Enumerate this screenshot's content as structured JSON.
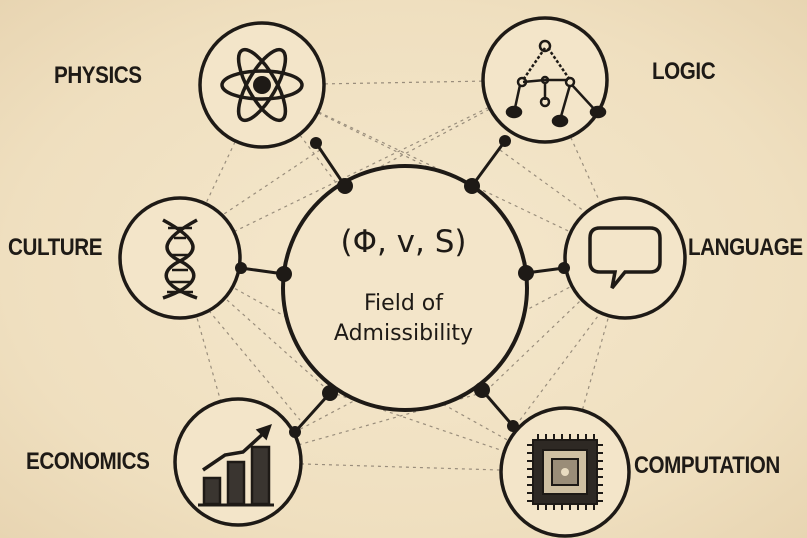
{
  "center": {
    "formula": "(Φ, v, S)",
    "line1": "Field of",
    "line2": "Admissibility"
  },
  "nodes": {
    "physics": {
      "label": "PHYSICS",
      "icon": "atom-icon"
    },
    "logic": {
      "label": "LOGIC",
      "icon": "logic-tree-icon"
    },
    "culture": {
      "label": "CULTURE",
      "icon": "dna-icon"
    },
    "language": {
      "label": "LANGUAGE",
      "icon": "speech-bubble-icon"
    },
    "economics": {
      "label": "ECONOMICS",
      "icon": "growth-chart-icon"
    },
    "computation": {
      "label": "COMPUTATION",
      "icon": "chip-icon"
    }
  },
  "colors": {
    "background": "#f1e2c4",
    "ink": "#1e1a16",
    "dashed": "#8a7f70"
  }
}
